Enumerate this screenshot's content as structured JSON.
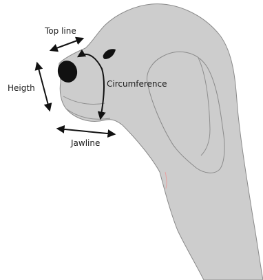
{
  "diagram": {
    "labels": {
      "top_line": "Top line",
      "height": "Heigth",
      "circumference": "Circumference",
      "jawline": "Jawline"
    },
    "colors": {
      "dog_fill": "#cdcdcd",
      "dog_outline": "#8a8a8a",
      "nose": "#111111",
      "eye": "#111111",
      "arrows": "#111111",
      "accent_marks": "#e8a0a0"
    }
  }
}
